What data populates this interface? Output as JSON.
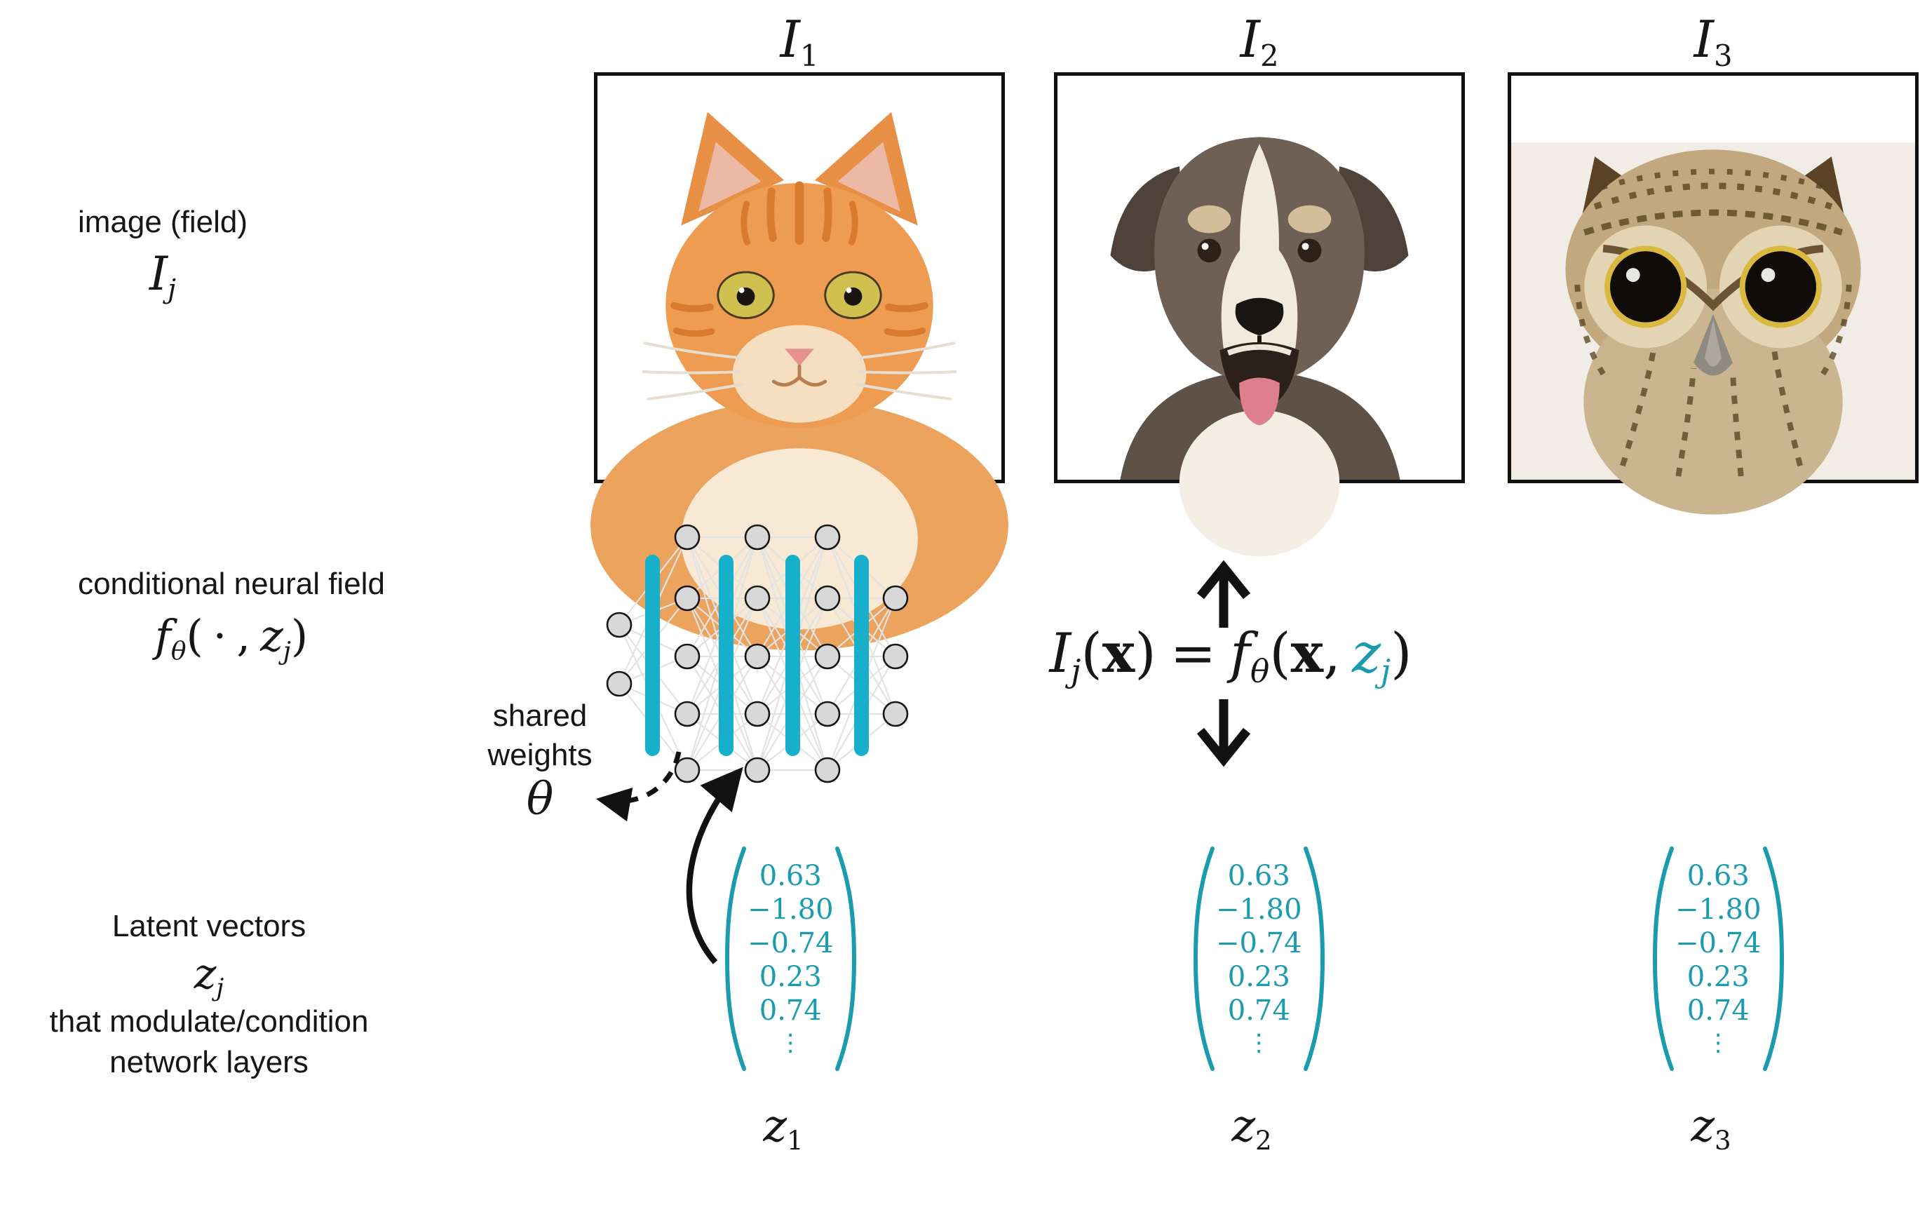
{
  "colors": {
    "accent_bar_teal": "#18AFCB",
    "accent_text_teal": "#1B9CAE",
    "node_gray": "#D8D8D8",
    "edge_gray": "#E3E3E3",
    "ink_black": "#161616"
  },
  "columns": [
    {
      "header_var": "I",
      "header_sub": "1",
      "subject": "cat",
      "z_var": "z",
      "z_sub": "1"
    },
    {
      "header_var": "I",
      "header_sub": "2",
      "subject": "dog",
      "z_var": "z",
      "z_sub": "2"
    },
    {
      "header_var": "I",
      "header_sub": "3",
      "subject": "owl",
      "z_var": "z",
      "z_sub": "3"
    }
  ],
  "row_labels": {
    "image": {
      "caption": "image (field)",
      "var": "I",
      "sub": "j"
    },
    "cnf": {
      "caption": "conditional neural field",
      "f": "f",
      "f_sub": "θ",
      "open": "(",
      "dot": "·",
      "comma": ",",
      "z": "z",
      "z_sub": "j",
      "close": ")"
    },
    "latent": {
      "caption": "Latent vectors",
      "var": "z",
      "sub": "j",
      "caption2": "that modulate/condition",
      "caption3": "network layers"
    }
  },
  "network": {
    "shared1": "shared",
    "shared2": "weights",
    "theta": "θ"
  },
  "equation": {
    "lhs_var": "I",
    "lhs_sub": "j",
    "open1": "(",
    "x1": "x",
    "close1": ")",
    "eq": "=",
    "f": "f",
    "f_sub": "θ",
    "open2": "(",
    "x2": "x",
    "comma": ",",
    "z_var": "z",
    "z_sub": "j",
    "close2": ")"
  },
  "latent_vector": {
    "values": [
      "0.63",
      "−1.80",
      "−0.74",
      "0.23",
      "0.74"
    ],
    "vdots": "⋮"
  }
}
